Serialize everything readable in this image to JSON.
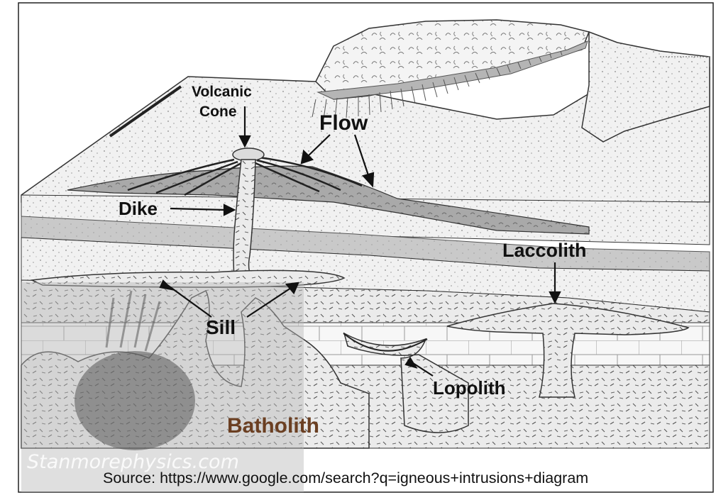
{
  "labels": {
    "volcanic": "Volcanic",
    "cone": "Cone",
    "flow": "Flow",
    "dike": "Dike",
    "laccolith": "Laccolith",
    "sill": "Sill",
    "lopolith": "Lopolith",
    "batholith": "Batholith"
  },
  "watermark": "Stanmorephysics.com",
  "source": "Source: https://www.google.com/search?q=igneous+intrusions+diagram"
}
